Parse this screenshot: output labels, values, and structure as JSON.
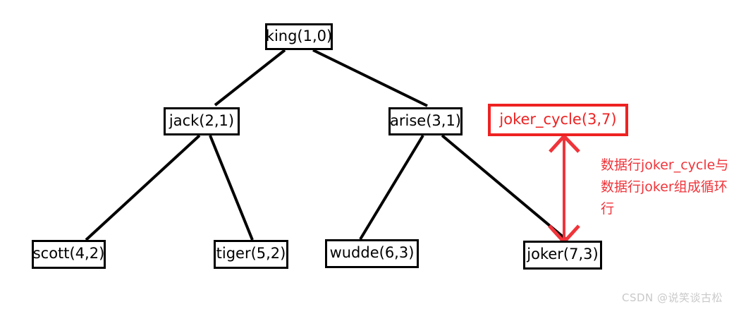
{
  "diagram": {
    "title_text": "",
    "colors": {
      "node_border": "#000000",
      "node_text": "#000000",
      "cycle_border": "#ee2222",
      "cycle_text": "#ee2222",
      "annotation_text": "#f0343a",
      "edge": "#000000",
      "cycle_arrow": "#f0343a",
      "background": "#ffffff",
      "watermark": "#c9c9c9"
    },
    "nodes": [
      {
        "id": "king",
        "label": "king(1,0)"
      },
      {
        "id": "jack",
        "label": "jack(2,1)"
      },
      {
        "id": "arise",
        "label": "arise(3,1)"
      },
      {
        "id": "joker_cycle",
        "label": "joker_cycle(3,7)"
      },
      {
        "id": "scott",
        "label": "scott(4,2)"
      },
      {
        "id": "tiger",
        "label": "tiger(5,2)"
      },
      {
        "id": "wudde",
        "label": "wudde(6,3)"
      },
      {
        "id": "joker",
        "label": "joker(7,3)"
      }
    ],
    "edges": [
      {
        "from": "king",
        "to": "jack"
      },
      {
        "from": "king",
        "to": "arise"
      },
      {
        "from": "jack",
        "to": "scott"
      },
      {
        "from": "jack",
        "to": "tiger"
      },
      {
        "from": "arise",
        "to": "wudde"
      },
      {
        "from": "arise",
        "to": "joker"
      }
    ],
    "cycle_link": {
      "from": "joker_cycle",
      "to": "joker",
      "style": "double-arrow",
      "color": "#f0343a"
    },
    "annotation": {
      "line1": "数据行joker_cycle与",
      "line2": "数据行joker组成循环",
      "line3": "行"
    }
  },
  "watermark": {
    "text": "CSDN @说笑谈古松"
  }
}
